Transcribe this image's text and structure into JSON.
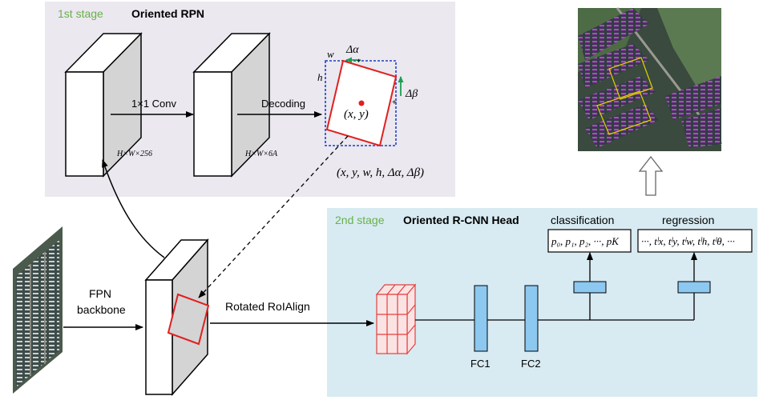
{
  "stage1": {
    "tag": "1st stage",
    "title": "Oriented RPN",
    "conv_label": "1×1 Conv",
    "decoding_label": "Decoding",
    "dim1": "H×W×256",
    "dim2": "H×W×6A",
    "box_w": "w",
    "box_h": "h",
    "delta_alpha": "Δα",
    "delta_beta": "Δβ",
    "center": "(x, y)",
    "params": "(x, y, w, h, Δα, Δβ)"
  },
  "backbone": {
    "label_line1": "FPN",
    "label_line2": "backbone"
  },
  "roi": {
    "label": "Rotated RoIAlign"
  },
  "stage2": {
    "tag": "2nd stage",
    "title": "Oriented R-CNN Head",
    "fc1": "FC1",
    "fc2": "FC2",
    "cls_header": "classification",
    "reg_header": "regression",
    "cls_text": "p₀, p₁, p₂, ···, pK",
    "reg_text": "···, tˡx, tˡy, tˡw, tˡh, tˡθ, ···"
  },
  "colors": {
    "stage1_bg": "#ebe8ef",
    "stage2_bg": "#d8ebf2",
    "stage_tag": "#6ab04c",
    "fc_blue": "#8cc8f0",
    "rbox_red": "#e02020",
    "dash_blue": "#1e3fc8",
    "arrow_green": "#1aa050"
  },
  "icons": {
    "output_arrow": "up-arrow-icon",
    "input_image": "aerial-harbor-image",
    "output_image": "detected-harbor-image"
  }
}
